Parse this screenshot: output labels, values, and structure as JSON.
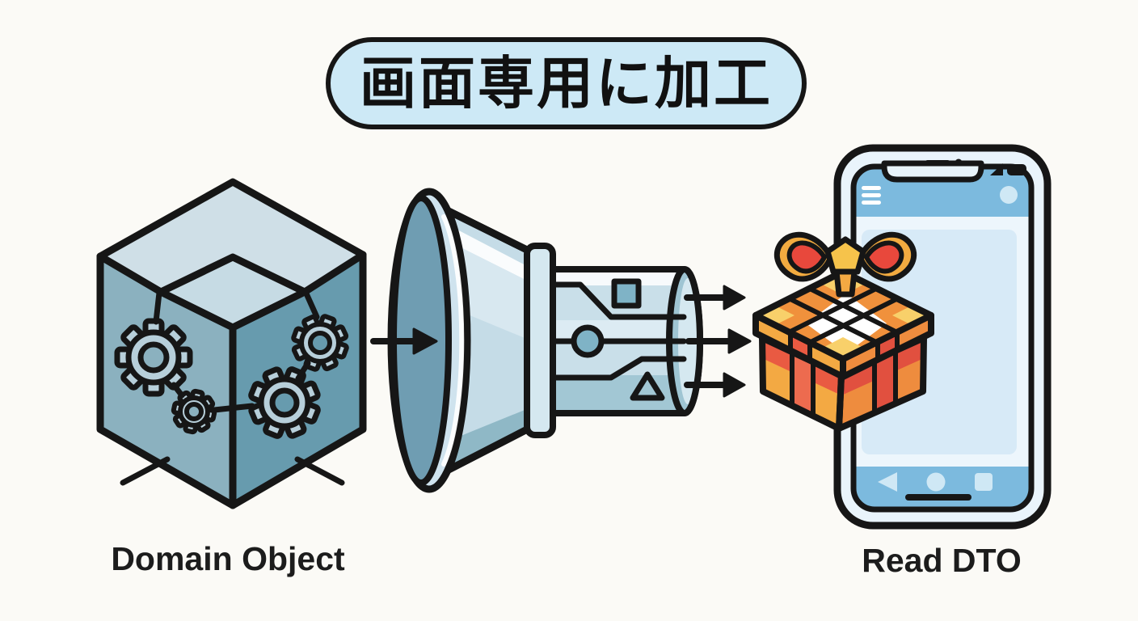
{
  "title": {
    "text": "画面専用に加工"
  },
  "labels": {
    "source": "Domain Object",
    "target": "Read DTO"
  },
  "icons": {
    "source": "cube-with-gears-icon",
    "flow_in": "arrow-right-icon",
    "transform": "funnel-cylinder-icon",
    "circuit_nodes": [
      "square-node-icon",
      "circle-node-icon",
      "triangle-node-icon"
    ],
    "flow_out": [
      "arrow-right-icon",
      "arrow-right-icon",
      "arrow-right-icon"
    ],
    "output": "gift-box-icon",
    "device": "smartphone-icon",
    "device_status": [
      "signal-icon",
      "battery-icon"
    ],
    "device_header": [
      "hamburger-menu-icon",
      "avatar-icon"
    ],
    "device_nav": [
      "back-triangle-icon",
      "home-circle-icon",
      "recents-square-icon"
    ]
  },
  "colors": {
    "background": "#fbfaf6",
    "outline": "#161616",
    "banner_fill": "#cde9f6",
    "cube_top": "#cfdfe7",
    "cube_left": "#8bb1bf",
    "cube_right": "#679bae",
    "gear_fill": "#b7cfda",
    "funnel_mouth": "#6f9db2",
    "funnel_body": "#c5dce7",
    "cylinder": "#c9dfe9",
    "node_fill": "#7fb3c6",
    "gift_orange": "#ee8c3e",
    "gift_yellow": "#f3a943",
    "gift_ribbon_red": "#e95a42",
    "bow_knot": "#f6c34b",
    "phone_bar": "#7cbade",
    "phone_screen": "#edf6fc",
    "label_color": "#1c1c1c"
  }
}
